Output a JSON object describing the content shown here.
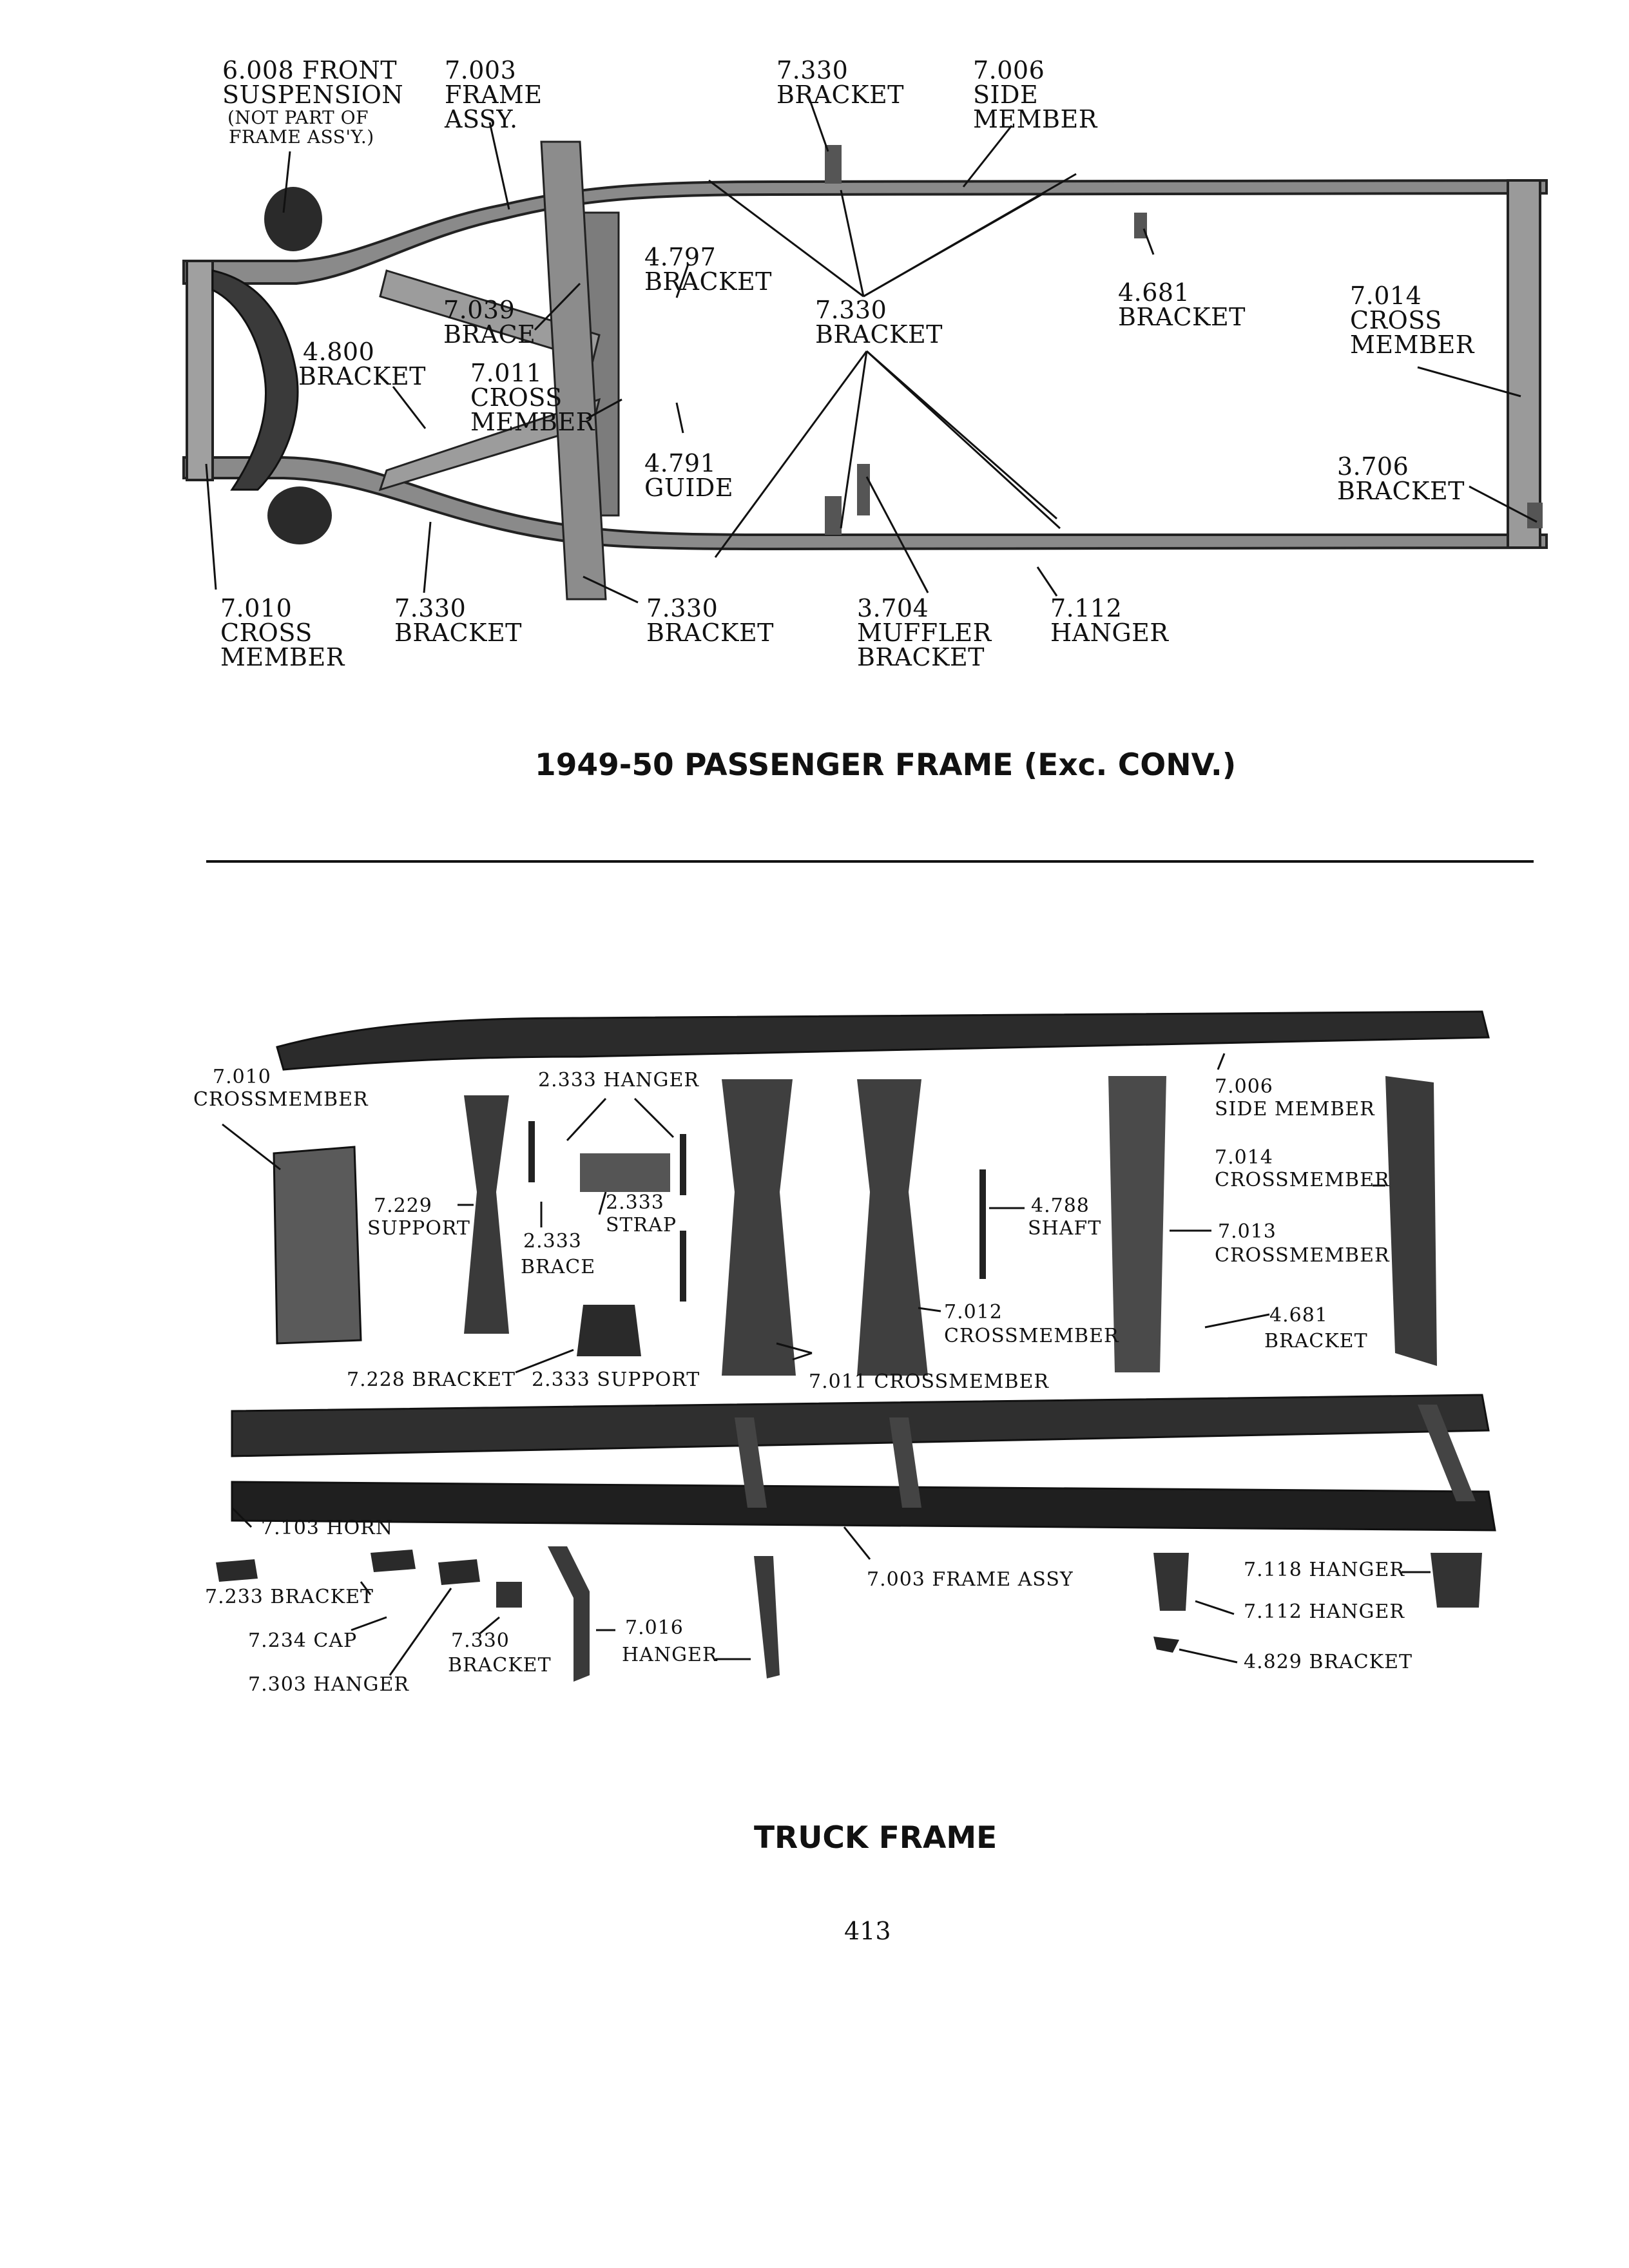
{
  "passenger": {
    "caption": "1949-50 PASSENGER FRAME (Exc. CONV.)",
    "labels": {
      "front_susp_1": "6.008 FRONT",
      "front_susp_2": "SUSPENSION",
      "front_susp_3": "(NOT PART OF",
      "front_susp_4": "FRAME ASS'Y.)",
      "frame_assy_1": "7.003",
      "frame_assy_2": "FRAME",
      "frame_assy_3": "ASSY.",
      "bracket_top_1": "7.330",
      "bracket_top_2": "BRACKET",
      "side_member_1": "7.006",
      "side_member_2": "SIDE",
      "side_member_3": "MEMBER",
      "b4797_1": "4.797",
      "b4797_2": "BRACKET",
      "brace7039_1": "7.039",
      "brace7039_2": "BRACE",
      "b7330mid_1": "7.330",
      "b7330mid_2": "BRACKET",
      "b4681_1": "4.681",
      "b4681_2": "BRACKET",
      "cross7014_1": "7.014",
      "cross7014_2": "CROSS",
      "cross7014_3": "MEMBER",
      "b4800_1": "4.800",
      "b4800_2": "BRACKET",
      "cross7011_1": "7.011",
      "cross7011_2": "CROSS",
      "cross7011_3": "MEMBER",
      "guide4791_1": "4.791",
      "guide4791_2": "GUIDE",
      "b3706_1": "3.706",
      "b3706_2": "BRACKET",
      "cross7010_1": "7.010",
      "cross7010_2": "CROSS",
      "cross7010_3": "MEMBER",
      "b7330a_1": "7.330",
      "b7330a_2": "BRACKET",
      "b7330b_1": "7.330",
      "b7330b_2": "BRACKET",
      "muffler_1": "3.704",
      "muffler_2": "MUFFLER",
      "muffler_3": "BRACKET",
      "hanger7112_1": "7.112",
      "hanger7112_2": "HANGER"
    }
  },
  "truck": {
    "caption": "TRUCK FRAME",
    "labels": {
      "cm7010_1": "7.010",
      "cm7010_2": "CROSSMEMBER",
      "hanger2333": "2.333 HANGER",
      "support7229_1": "7.229",
      "support7229_2": "SUPPORT",
      "strap2333_1": "2.333",
      "strap2333_2": "STRAP",
      "brace2333_1": "2.333",
      "brace2333_2": "BRACE",
      "shaft4788_1": "4.788",
      "shaft4788_2": "SHAFT",
      "side7006_1": "7.006",
      "side7006_2": "SIDE MEMBER",
      "cm7014_1": "7.014",
      "cm7014_2": "CROSSMEMBER",
      "cm7013_1": "7.013",
      "cm7013_2": "CROSSMEMBER",
      "cm7012_1": "7.012",
      "cm7012_2": "CROSSMEMBER",
      "b4681_1": "4.681",
      "b4681_2": "BRACKET",
      "b7228": "7.228 BRACKET",
      "support2333": "2.333 SUPPORT",
      "cm7011": "7.011 CROSSMEMBER",
      "horn7103": "7.103 HORN",
      "b7233": "7.233 BRACKET",
      "cap7234": "7.234 CAP",
      "hanger7303": "7.303 HANGER",
      "b7330_1": "7.330",
      "b7330_2": "BRACKET",
      "hanger7016_1": "7.016",
      "hanger7016_2": "HANGER",
      "frame7003": "7.003 FRAME ASSY",
      "hanger7118": "7.118 HANGER",
      "hanger7112": "7.112 HANGER",
      "b4829": "4.829 BRACKET"
    }
  },
  "page_number": "413"
}
